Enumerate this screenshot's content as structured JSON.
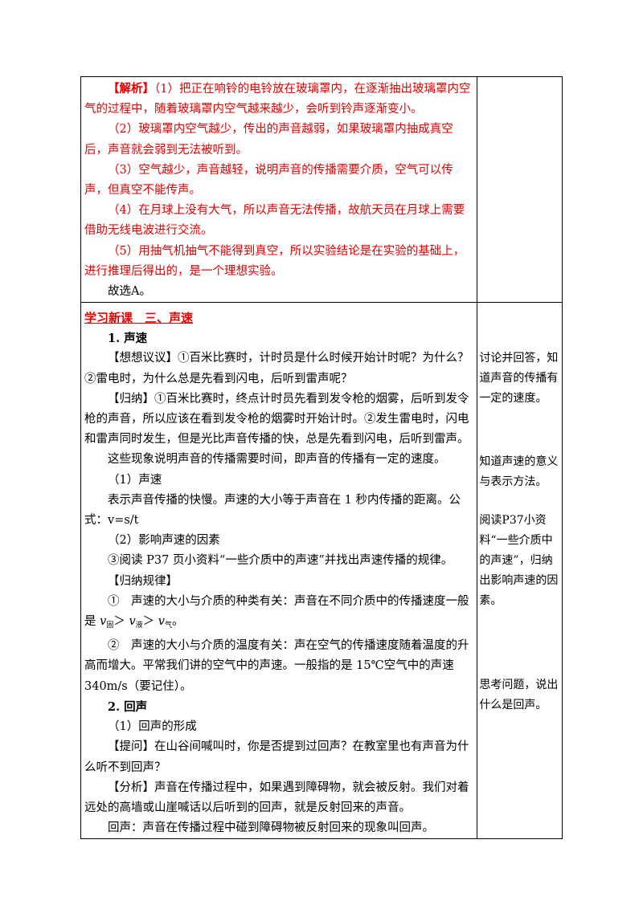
{
  "analysis": {
    "tag": "【解析】",
    "p1": "（1）把正在响铃的电铃放在玻璃罩内，在逐渐抽出玻璃罩内空气的过程中，随着玻璃罩内空气越来越少，会听到铃声逐渐变小。",
    "p2": "（2）玻璃罩内空气越少，传出的声音越弱，如果玻璃罩内抽成真空后，声音就会弱到无法被听到。",
    "p3": "（3）空气越少，声音越轻，说明声音的传播需要介质，空气可以传声，但真空不能传声。",
    "p4": "（4）在月球上没有大气，所以声音无法传播，故航天员在月球上需要借助无线电波进行交流。",
    "p5": "（5）用抽气机抽气不能得到真空，所以实验结论是在实验的基础上，进行推理后得出的，是一个理想实验。",
    "answer": "故选A。"
  },
  "lesson": {
    "heading": "学习新课　三、声速",
    "s1_title": "1. 声速",
    "think_tag": "【想想议议】",
    "think_text": "①百米比赛时，计时员是什么时候开始计时呢？为什么？②雷电时，为什么总是先看到闪电，后听到雷声呢？",
    "summary_tag": "【归纳】",
    "summary_text": "①百米比赛时，终点计时员先看到发令枪的烟雾，后听到发令枪的声音，所以应该在看到发令枪的烟雾时开始计时。②发生雷电时，闪电和雷声同时发生，但是光比声音传播的快，总是先看到闪电，后听到雷声。",
    "conclusion": "这些现象说明声音的传播需要时间，即声音的传播有一定的速度。",
    "sub1": "（1）声速",
    "sub1_text": "表示声音传播的快慢。声速的大小等于声音在 1 秒内传播的距离。公式：v=s/t",
    "sub2": "（2）影响声速的因素",
    "read": "③阅读 P37 页小资料“一些介质中的声速”并找出声速传播的规律。",
    "rule_tag": "【归纳规律】",
    "rule1_a": "①　声速的大小与介质的种类有关：声音在不同介质中的传播速度一般是 ",
    "rule1_v": "v",
    "rule1_s1": "固",
    "rule1_gt1": "＞ ",
    "rule1_s2": "液",
    "rule1_gt2": "＞ ",
    "rule1_s3": "气",
    "rule1_end": "。",
    "rule2": "②　声速的大小与介质的温度有关：声在空气的传播速度随着温度的升高而增大。平常我们讲的空气中的声速。一般指的是 15℃空气中的声速 340m/s（要记住）。",
    "s2_title": "2. 回声",
    "echo_sub": "（1）回声的形成",
    "ask_tag": "【提问】",
    "ask_text": "在山谷间喊叫时，你是否提到过回声？在教室里也有声音为什么听不到回声？",
    "analysis_tag": "【分析】",
    "analysis_text": "声音在传播过程中，如果遇到障碍物，就会被反射。我们对着远处的高墙或山崖喊话以后听到的回声，就是反射回来的声音。",
    "echo_def": "回声：声音在传播过程中碰到障碍物被反射回来的现象叫回声。"
  },
  "side": {
    "note1": "讨论并回答，知道声音的传播有一定的速度。",
    "note2": "知道声速的意义与表示方法。",
    "note3": "阅读P37小资料“一些介质中的声速”，归纳出影响声速的因素。",
    "note4": "思考问题，说出什么是回声。"
  }
}
